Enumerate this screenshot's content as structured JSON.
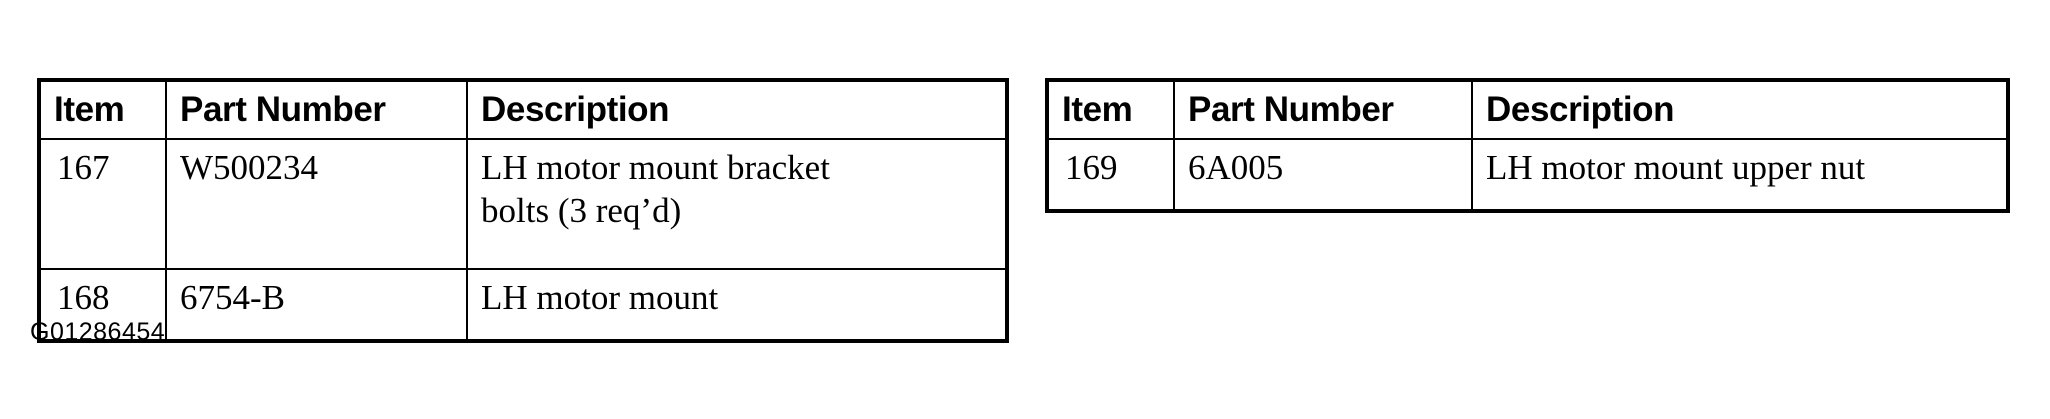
{
  "document": {
    "figure_caption": "G01286454",
    "background_color": "#ffffff",
    "ink_color": "#000000"
  },
  "tables": [
    {
      "id": "left",
      "columns": [
        "Item",
        "Part Number",
        "Description"
      ],
      "rows": [
        {
          "item": "167",
          "part_number": "W500234",
          "description_line1": "LH motor mount bracket",
          "description_line2": "bolts (3 req’d)"
        },
        {
          "item": "168",
          "part_number": "6754-B",
          "description_line1": "LH motor mount",
          "description_line2": ""
        }
      ]
    },
    {
      "id": "right",
      "columns": [
        "Item",
        "Part Number",
        "Description"
      ],
      "rows": [
        {
          "item": "169",
          "part_number": "6A005",
          "description_line1": "LH motor mount upper nut",
          "description_line2": ""
        }
      ]
    }
  ]
}
